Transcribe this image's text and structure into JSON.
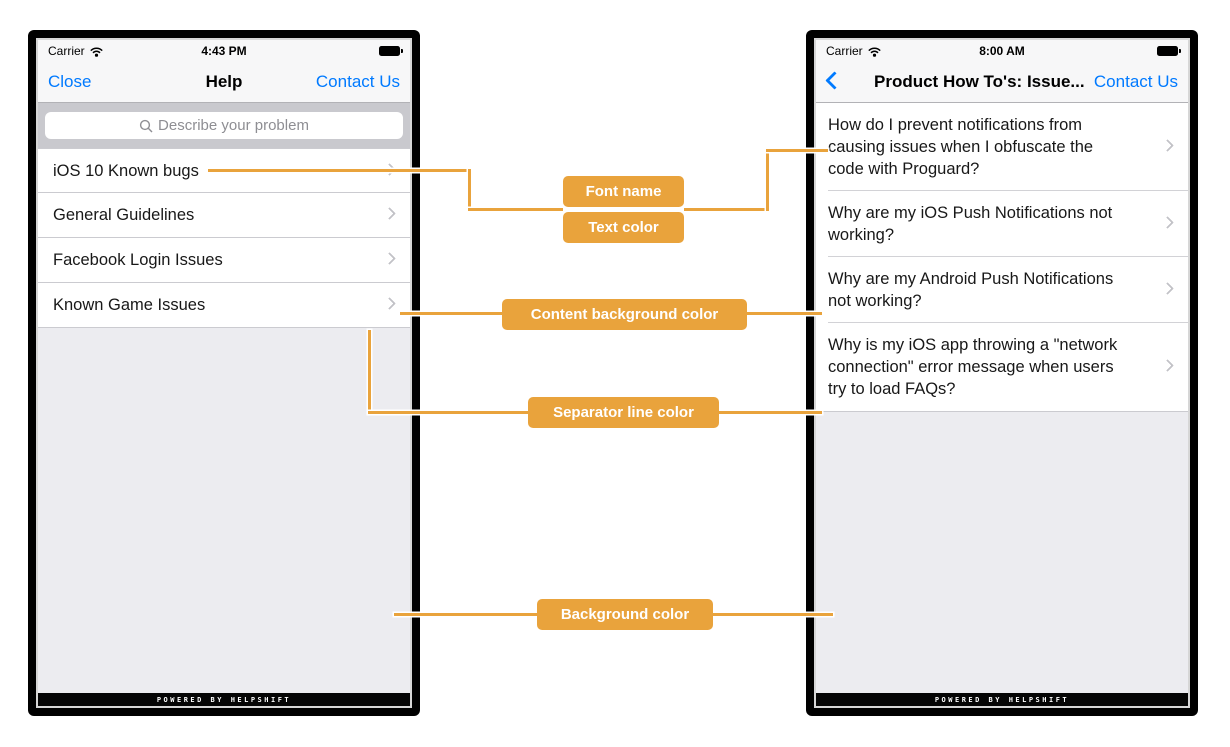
{
  "colors": {
    "accent_orange": "#E9A33C",
    "ios_blue": "#007AFF",
    "navbar_background": "#F7F7F8",
    "searchbar_background": "#C9C9CE",
    "content_background": "#FFFFFF",
    "separator_line": "#CBCBD0",
    "screen_background": "#ECECF0",
    "footer_background": "#000000"
  },
  "left_phone": {
    "status_bar": {
      "carrier": "Carrier",
      "time": "4:43 PM"
    },
    "nav": {
      "close": "Close",
      "title": "Help",
      "contact": "Contact Us"
    },
    "search": {
      "placeholder": "Describe your problem"
    },
    "list": [
      "iOS 10 Known bugs",
      "General Guidelines",
      "Facebook Login Issues",
      "Known Game Issues"
    ],
    "footer": "POWERED BY HELPSHIFT"
  },
  "right_phone": {
    "status_bar": {
      "carrier": "Carrier",
      "time": "8:00 AM"
    },
    "nav": {
      "title": "Product How To's: Issue...",
      "contact": "Contact Us"
    },
    "list": [
      "How do I prevent notifications from causing issues when I obfuscate the code with Proguard?",
      "Why are my iOS Push Notifications not working?",
      "Why are my Android Push Notifications not working?",
      "Why is my iOS app throwing a \"network connection\" error message when users try to load FAQs?"
    ],
    "footer": "POWERED BY HELPSHIFT"
  },
  "annotations": {
    "labels": [
      "Font name",
      "Text color",
      "Content background color",
      "Separator line color",
      "Background color"
    ]
  }
}
